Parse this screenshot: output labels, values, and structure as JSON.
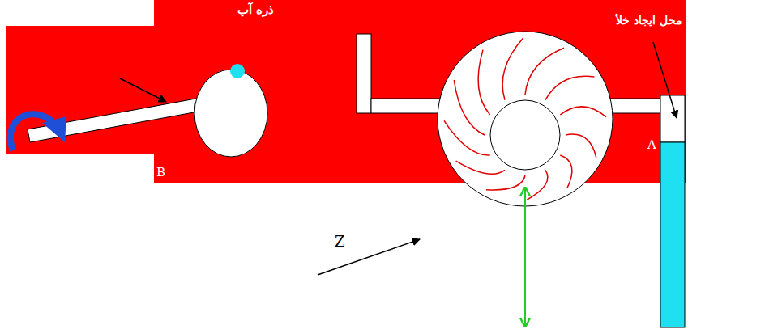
{
  "diagram": {
    "labels": [
      "ذره آب",
      "محل ایجاد خلأ",
      "B",
      "A",
      "Z"
    ]
  }
}
